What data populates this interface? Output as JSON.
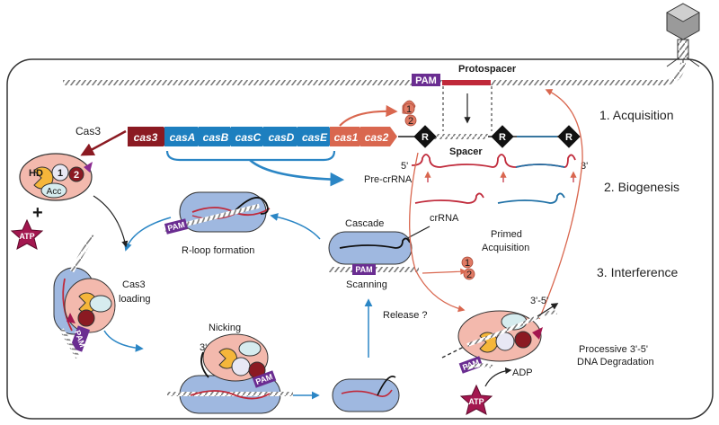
{
  "stages": {
    "acquisition": "1. Acquisition",
    "biogenesis": "2. Biogenesis",
    "interference": "3. Interference"
  },
  "genes": [
    {
      "label": "cas3",
      "color": "#8b1a22"
    },
    {
      "label": "casA",
      "color": "#1d7fbf"
    },
    {
      "label": "casB",
      "color": "#1d7fbf"
    },
    {
      "label": "casC",
      "color": "#1d7fbf"
    },
    {
      "label": "casD",
      "color": "#1d7fbf"
    },
    {
      "label": "casE",
      "color": "#1d7fbf"
    },
    {
      "label": "cas1",
      "color": "#d9674f"
    },
    {
      "label": "cas2",
      "color": "#d9674f"
    }
  ],
  "labels": {
    "protospacer": "Protospacer",
    "spacer": "Spacer",
    "pam": "PAM",
    "repeat": "R",
    "cas3": "Cas3",
    "hd": "HD",
    "acc": "Acc",
    "domain_1": "1",
    "domain_2": "2",
    "atp": "ATP",
    "adp": "ADP",
    "five_prime": "5'",
    "three_prime": "3'",
    "three_prime_alt": "3'",
    "pre_crrna": "Pre-crRNA",
    "crrna": "crRNA",
    "cascade": "Cascade",
    "scanning": "Scanning",
    "rloop": "R-loop formation",
    "cas3_loading_1": "Cas3",
    "cas3_loading_2": "loading",
    "nicking": "Nicking",
    "release": "Release ?",
    "primed_1": "Primed",
    "primed_2": "Acquisition",
    "dir_35": "3'-5'",
    "processive_1": "Processive 3'-5'",
    "processive_2": "DNA Degradation",
    "plus": "+"
  },
  "colors": {
    "dna": "#8a8a8a",
    "red_rna": "#c0293a",
    "blue_rna": "#1d6fa5",
    "cascade_fill": "#9fb8e0",
    "cas3_fill": "#f3b9ad",
    "pam_fill": "#6a2d91",
    "atp_fill": "#a3174f",
    "cas12": "#e07a64",
    "arrow_blue": "#2b86c5",
    "arrow_orange": "#d9674f"
  }
}
